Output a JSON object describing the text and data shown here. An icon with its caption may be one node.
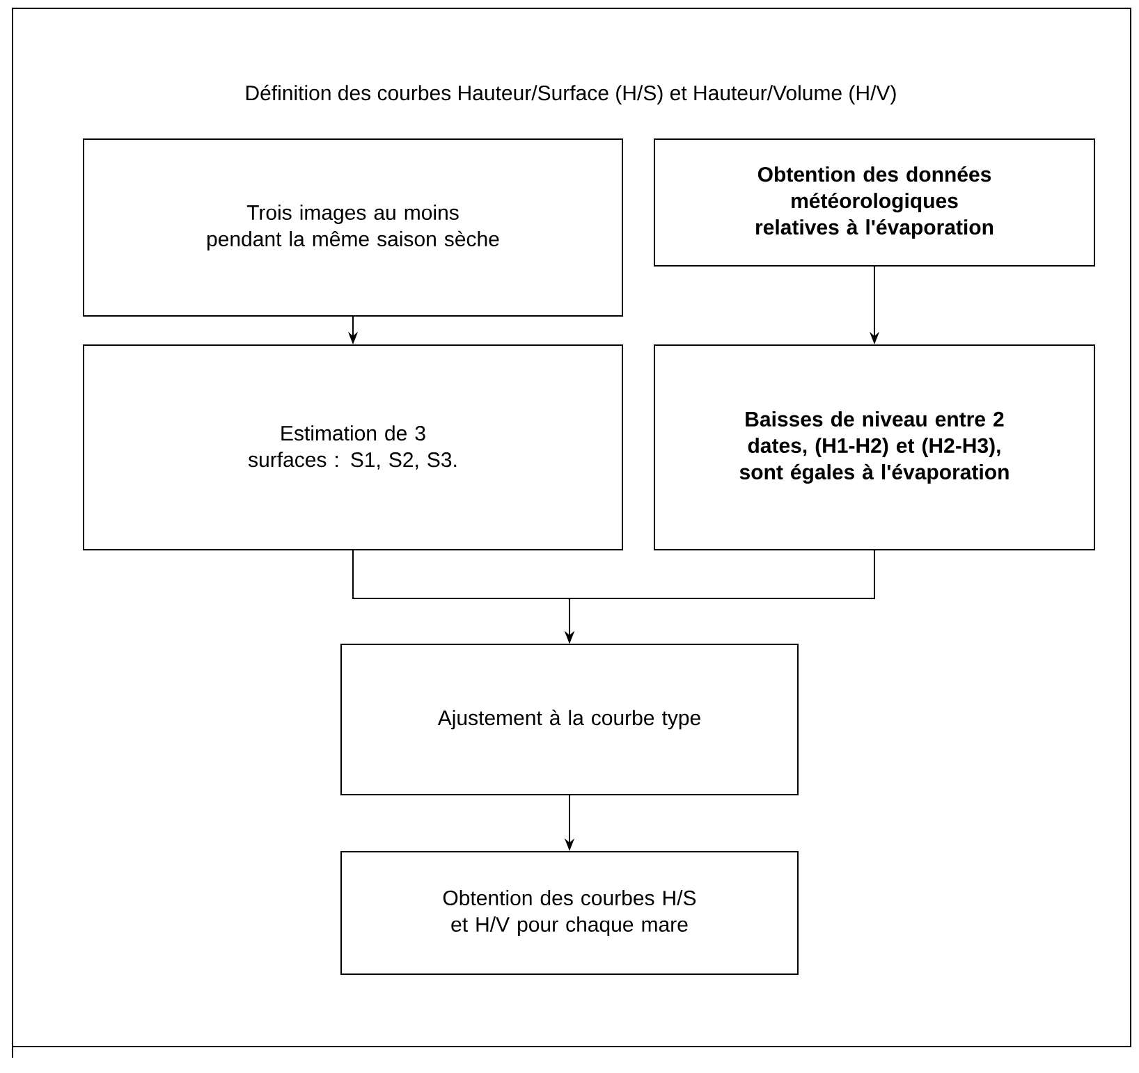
{
  "diagram": {
    "title": "Définition des courbes Hauteur/Surface (H/S) et Hauteur/Volume (H/V)",
    "nodes": [
      {
        "text": [
          "Trois images au moins pendant la même saison sèche"
        ]
      },
      {
        "text": [
          "Obtention des données météorologiques relatives à l'évaporation"
        ]
      },
      {
        "text": [
          "Estimation de 3 surfaces : S1, S2, S3."
        ]
      },
      {
        "text": [
          "Baisses de niveau entre 2 dates, (H1-H2) et (H2-H3), sont égales à l'évaporation"
        ]
      },
      {
        "text": [
          "Ajustement à la courbe type"
        ]
      },
      {
        "text": [
          "Obtention des courbes H/S et H/V pour chaque mare"
        ]
      }
    ],
    "edges": [
      {
        "from": 0,
        "to": 2,
        "arrow": "to"
      },
      {
        "from": 1,
        "to": 3,
        "arrow": "to"
      },
      {
        "from": 2,
        "to": 4,
        "arrow": "to"
      },
      {
        "from": 3,
        "to": 4,
        "arrow": "to"
      },
      {
        "from": 4,
        "to": 5,
        "arrow": "to"
      }
    ]
  }
}
